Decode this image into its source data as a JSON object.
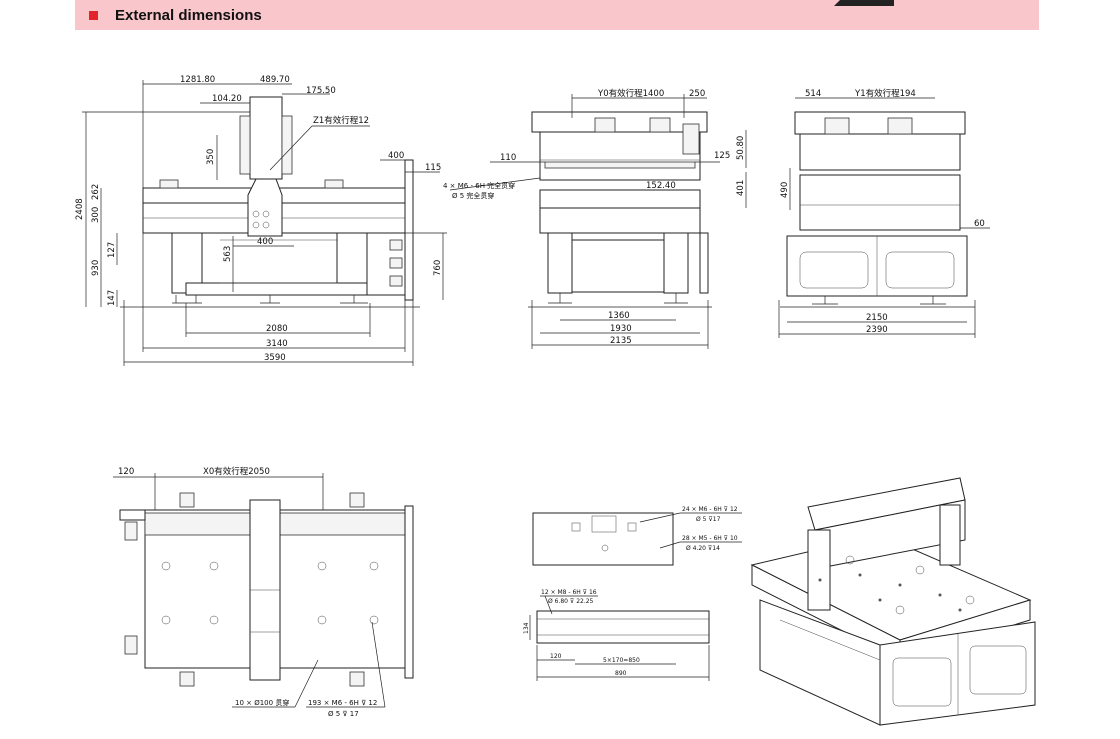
{
  "header": {
    "title": "External dimensions",
    "accent_color": "#e3232c",
    "band_color": "#f9c6cc"
  },
  "front_view": {
    "dims": {
      "d1281": "1281.80",
      "d489": "489.70",
      "d175": "175.50",
      "d104": "104.20",
      "z1": "Z1有效行程12",
      "d350": "350",
      "d400a": "400",
      "d115": "115",
      "d2408": "2408",
      "d262": "262",
      "d300": "300",
      "d930": "930",
      "d127": "127",
      "d563": "563",
      "d400b": "400",
      "d760": "760",
      "d147": "147",
      "d2080": "2080",
      "d3140": "3140",
      "d3590": "3590"
    }
  },
  "side_view": {
    "dims": {
      "y0": "Y0有效行程1400",
      "d250": "250",
      "d110": "110",
      "d125": "125",
      "d5080": "50.80",
      "d15240": "152.40",
      "d401": "401",
      "note1": "4 × M6 - 6H 完全贯穿",
      "note2": "Ø 5 完全贯穿",
      "d1360": "1360",
      "d1930": "1930",
      "d2135": "2135"
    }
  },
  "end_view": {
    "dims": {
      "d514": "514",
      "y1": "Y1有效行程194",
      "d490": "490",
      "d60": "60",
      "d2150": "2150",
      "d2390": "2390"
    }
  },
  "top_view": {
    "dims": {
      "d120": "120",
      "x0": "X0有效行程2050",
      "note_holes": "10 × Ø100 贯穿",
      "note_taps1": "193 × M6 - 6H ⊽ 12",
      "note_taps2": "Ø 5 ⊽ 17"
    }
  },
  "plate_view": {
    "dims": {
      "n1a": "24 × M6 - 6H ⊽ 12",
      "n1b": "Ø 5 ⊽17",
      "n2a": "28 × M5 - 6H ⊽ 10",
      "n2b": "Ø 4.20 ⊽14"
    }
  },
  "rail_view": {
    "dims": {
      "n1": "12 × M8 - 6H ⊽ 16",
      "n2": "Ø 6.80 ⊽ 22.25",
      "d134": "134",
      "d120": "120",
      "d850": "5×170=850",
      "d890": "890"
    }
  }
}
